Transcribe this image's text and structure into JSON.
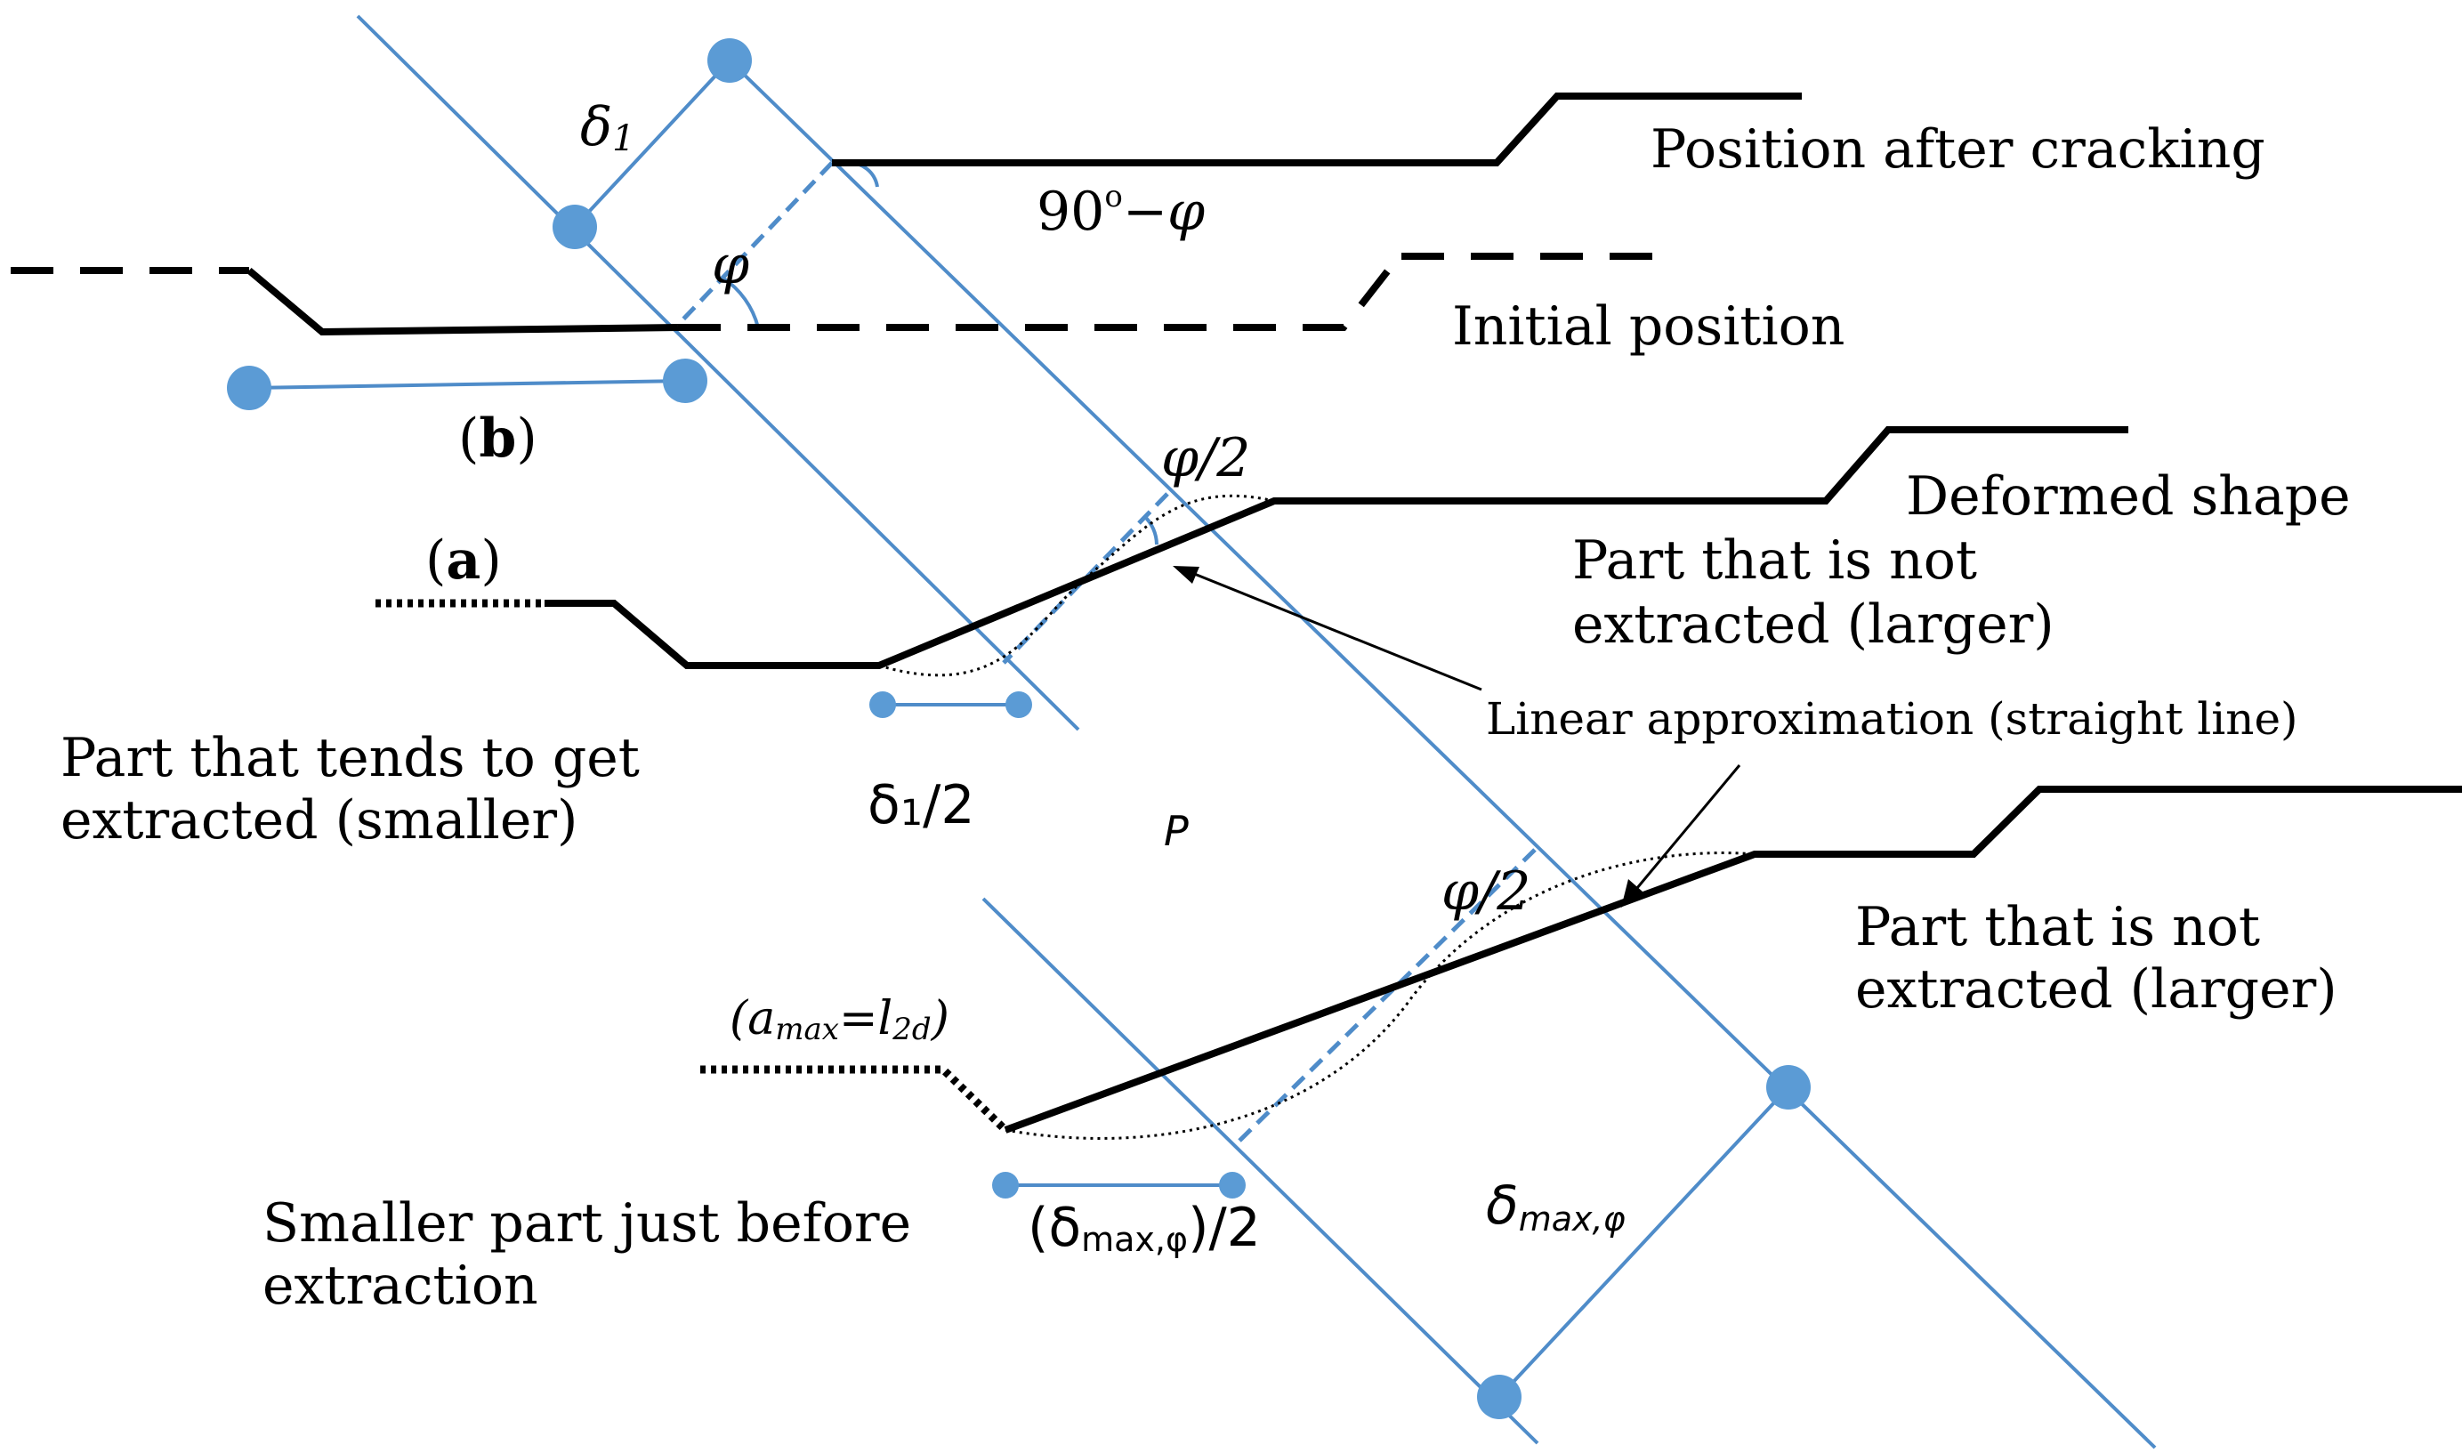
{
  "labels": {
    "position_after_cracking": "Position after cracking",
    "initial_position": "Initial position",
    "deformed_shape": "Deformed shape",
    "not_extracted_1_line1": "Part that is not",
    "not_extracted_1_line2": "extracted (larger)",
    "not_extracted_2_line1": "Part that is not",
    "not_extracted_2_line2": "extracted (larger)",
    "linear_approx": "Linear approximation (straight line)",
    "tends_extracted_line1": "Part that tends to get",
    "tends_extracted_line2": "extracted (smaller)",
    "smaller_before_line1": "Smaller part just before",
    "smaller_before_line2": "extraction",
    "panel_a_open": "(",
    "panel_a": "a",
    "panel_a_close": ")",
    "panel_b_open": "(",
    "panel_b": "b",
    "panel_b_close": ")"
  },
  "symbols": {
    "delta1": "δ",
    "delta1_sub": "1",
    "angle_90_minus_phi_num": "90",
    "angle_90_minus_phi_deg": "o",
    "angle_90_minus_phi_rest": "−φ",
    "phi": "φ",
    "phi_half_1": "φ/2",
    "phi_half_2": "φ/2",
    "delta1_half_main": "δ",
    "delta1_half_sub": "1",
    "delta1_half_rest": "/2",
    "P": "P",
    "amax_open": "(a",
    "amax_sub": "max",
    "amax_eq": "=l",
    "amax_sub2": "2d",
    "amax_close": ")",
    "delta_max_half_open": "(δ",
    "delta_max_half_sub": "max,φ",
    "delta_max_half_close": ")/2",
    "delta_max_main": "δ",
    "delta_max_sub": "max,φ"
  },
  "colors": {
    "construction_lines": "#4f8cc9",
    "nodes": "#5b9bd5",
    "shape_lines": "#000000"
  }
}
